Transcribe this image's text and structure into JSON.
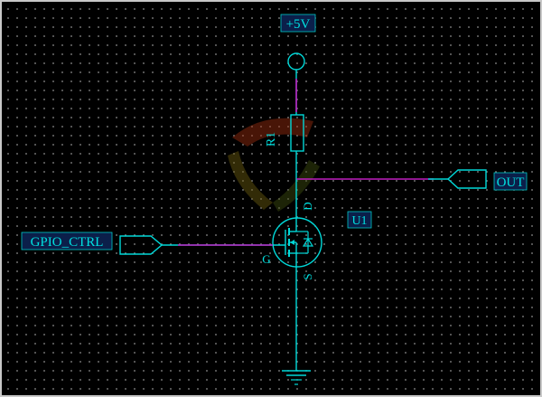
{
  "power": {
    "label": "+5V"
  },
  "resistor": {
    "designator": "R1"
  },
  "mosfet": {
    "designator": "U1",
    "pin_drain": "D",
    "pin_gate": "G",
    "pin_source": "S"
  },
  "ports": {
    "output": "OUT",
    "input": "GPIO_CTRL"
  },
  "colors": {
    "background": "#000000",
    "component": "#00d8d8",
    "net_wire": "#c01ec0",
    "label_fill": "#0b1f4a"
  }
}
